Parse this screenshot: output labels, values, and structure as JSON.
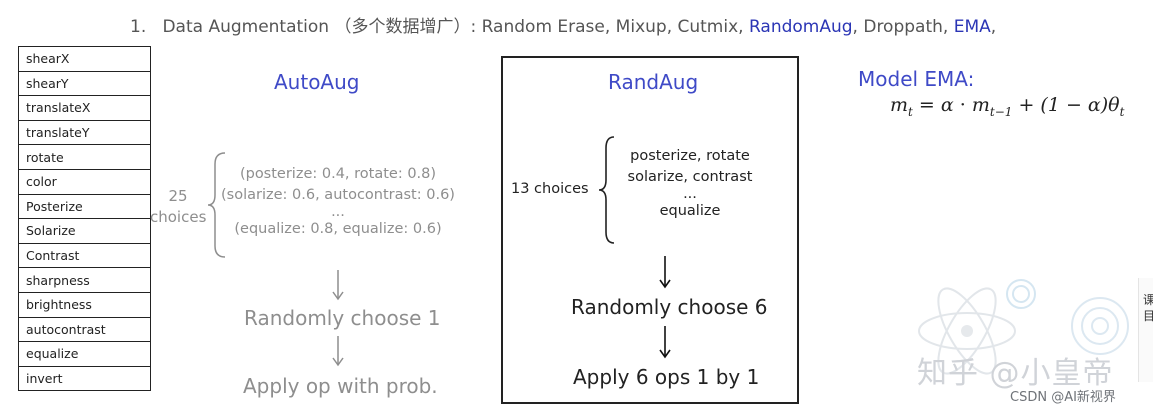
{
  "heading": {
    "number": "1.",
    "text_start": "Data Augmentation （多个数据增广）: Random Erase, Mixup, Cutmix, ",
    "randomaug": "RandomAug",
    "text_mid": ", Droppath, ",
    "ema": "EMA",
    "text_end": ","
  },
  "ops": [
    "shearX",
    "shearY",
    "translateX",
    "translateY",
    "rotate",
    "color",
    "Posterize",
    "Solarize",
    "Contrast",
    "sharpness",
    "brightness",
    "autocontrast",
    "equalize",
    "invert"
  ],
  "autoaug": {
    "title": "AutoAug",
    "count": "25",
    "count_label": "choices",
    "policies": [
      "(posterize: 0.4, rotate: 0.8)",
      "(solarize: 0.6, autocontrast: 0.6)",
      "...",
      "(equalize: 0.8, equalize: 0.6)"
    ],
    "step1": "Randomly choose 1",
    "step2": "Apply op with prob."
  },
  "randaug": {
    "title": "RandAug",
    "choices": "13 choices",
    "items": [
      "posterize, rotate",
      "solarize, contrast",
      "...",
      "equalize"
    ],
    "step1": "Randomly choose 6",
    "step2": "Apply 6 ops 1 by 1"
  },
  "ema": {
    "title": "Model EMA:",
    "m": "m",
    "t": "t",
    "eq": "=",
    "alpha": "α",
    "dot": "·",
    "tminus1": "t−1",
    "plus": "+",
    "paren": "(1 − α)",
    "theta": "θ"
  },
  "watermark": {
    "zhihu": "知乎 @小皇帝",
    "csdn": "CSDN @AI新视界",
    "side_line1": "课",
    "side_line2": "目"
  },
  "colors": {
    "accent_blue": "#3f4ac7",
    "gray_text": "#8e8e8e",
    "dark_text": "#222222"
  }
}
